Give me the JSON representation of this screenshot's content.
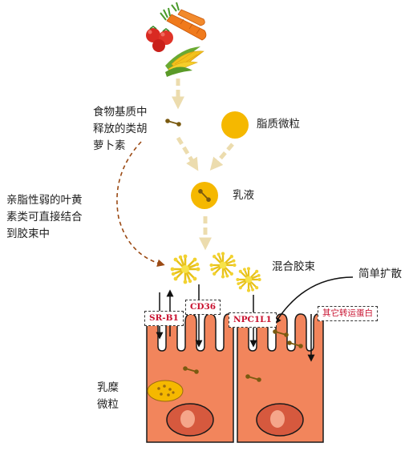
{
  "labels": {
    "released_carotenoids": "食物基质中\n释放的类胡\n萝卜素",
    "lipid_droplet": "脂质微粒",
    "less_lipophilic_lutein": "亲脂性弱的叶黄\n素类可直接结合\n到胶束中",
    "emulsion": "乳液",
    "mixed_micelles": "混合胶束",
    "simple_diffusion": "简单扩散",
    "chylomicron": "乳糜\n微粒"
  },
  "transporters": {
    "srb1": "SR-B1",
    "cd36": "CD36",
    "npc1l1": "NPC1L1",
    "other": "其它转运蛋白"
  },
  "icons": [
    "tomato-icon",
    "carrot-icon",
    "corn-icon"
  ],
  "colors": {
    "cell": "#f2855c",
    "cell_outline": "#1a1a1a",
    "nucleus": "#d6593e",
    "lipid_yellow": "#f5b800",
    "arrow_beige": "#ecdcae",
    "dashed_brown": "#9b4a14",
    "transporter_text": "#c8102e",
    "carotenoid": "#7a5a10"
  }
}
